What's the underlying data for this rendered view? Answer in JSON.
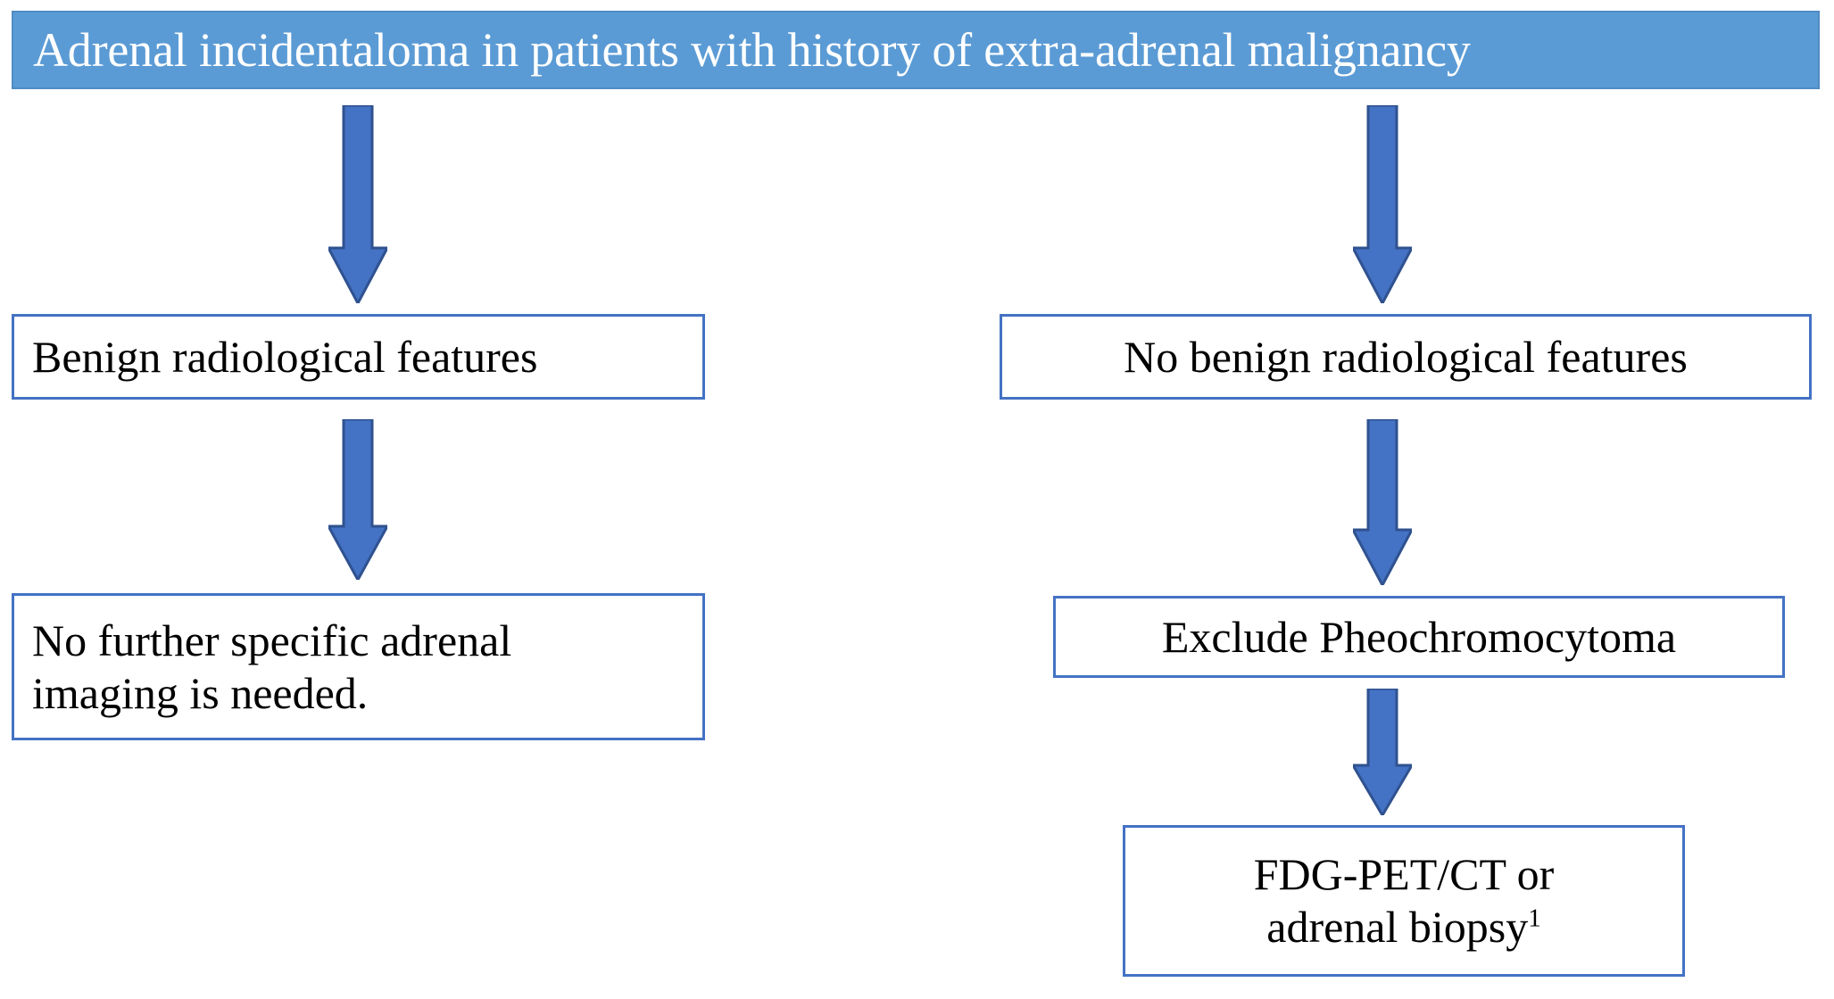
{
  "diagram": {
    "title": "Adrenal incidentaloma in patients with history of extra-adrenal malignancy",
    "colors": {
      "header_fill": "#5B9BD5",
      "header_border": "#4F8CC4",
      "header_text": "#FFFFFF",
      "node_fill": "#FFFFFF",
      "node_border": "#4472C4",
      "node_text": "#000000",
      "arrow_fill": "#4472C4",
      "arrow_stroke": "#2F528F",
      "background": "#FFFFFF"
    },
    "header": {
      "label": "Adrenal incidentaloma in patients with history of extra-adrenal malignancy"
    },
    "nodes": [
      {
        "id": "benign-radiological-features",
        "label": "Benign radiological features",
        "align": "left",
        "branch": "left"
      },
      {
        "id": "no-further-imaging",
        "line1": "No further specific adrenal",
        "line2": "imaging is needed.",
        "align": "left",
        "branch": "left"
      },
      {
        "id": "no-benign-radiological-features",
        "label": "No benign radiological features",
        "align": "center",
        "branch": "right"
      },
      {
        "id": "exclude-pheochromocytoma",
        "label": "Exclude Pheochromocytoma",
        "align": "center",
        "branch": "right"
      },
      {
        "id": "fdg-pet-ct-or-adrenal-biopsy",
        "line1": "FDG-PET/CT or",
        "line2": "adrenal biopsy",
        "superscript": "1",
        "align": "center",
        "branch": "right"
      }
    ],
    "arrows": [
      {
        "id": "arrow-header-to-benign",
        "from": "header",
        "to": "benign-radiological-features",
        "direction": "down"
      },
      {
        "id": "arrow-benign-to-no-further",
        "from": "benign-radiological-features",
        "to": "no-further-imaging",
        "direction": "down"
      },
      {
        "id": "arrow-header-to-no-benign",
        "from": "header",
        "to": "no-benign-radiological-features",
        "direction": "down"
      },
      {
        "id": "arrow-no-benign-to-exclude",
        "from": "no-benign-radiological-features",
        "to": "exclude-pheochromocytoma",
        "direction": "down"
      },
      {
        "id": "arrow-exclude-to-fdg",
        "from": "exclude-pheochromocytoma",
        "to": "fdg-pet-ct-or-adrenal-biopsy",
        "direction": "down"
      }
    ]
  }
}
